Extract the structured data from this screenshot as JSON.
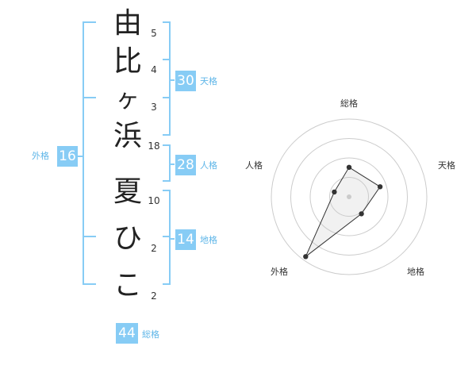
{
  "name": {
    "characters": [
      {
        "char": "由",
        "strokes": "5"
      },
      {
        "char": "比",
        "strokes": "4"
      },
      {
        "char": "ヶ",
        "strokes": "3"
      },
      {
        "char": "浜",
        "strokes": "18"
      },
      {
        "char": "夏",
        "strokes": "10"
      },
      {
        "char": "ひ",
        "strokes": "2"
      },
      {
        "char": "こ",
        "strokes": "2"
      }
    ]
  },
  "kaku": {
    "tenkaku": {
      "value": "30",
      "label": "天格"
    },
    "jinkaku": {
      "value": "28",
      "label": "人格"
    },
    "chikaku": {
      "value": "14",
      "label": "地格"
    },
    "gaikaku": {
      "value": "16",
      "label": "外格"
    },
    "soukaku": {
      "value": "44",
      "label": "総格"
    }
  },
  "radar": {
    "labels": {
      "top": "総格",
      "right": "天格",
      "bottom_right": "地格",
      "bottom_left": "外格",
      "left": "人格"
    },
    "rings": 4,
    "values": {
      "soukaku": 0.38,
      "tenkaku": 0.42,
      "chikaku": 0.27,
      "gaikaku": 0.95,
      "jinkaku": 0.2
    }
  },
  "colors": {
    "accent": "#87ccf5",
    "accent_text": "#5fb6e8",
    "bracket": "#87ccf5"
  }
}
